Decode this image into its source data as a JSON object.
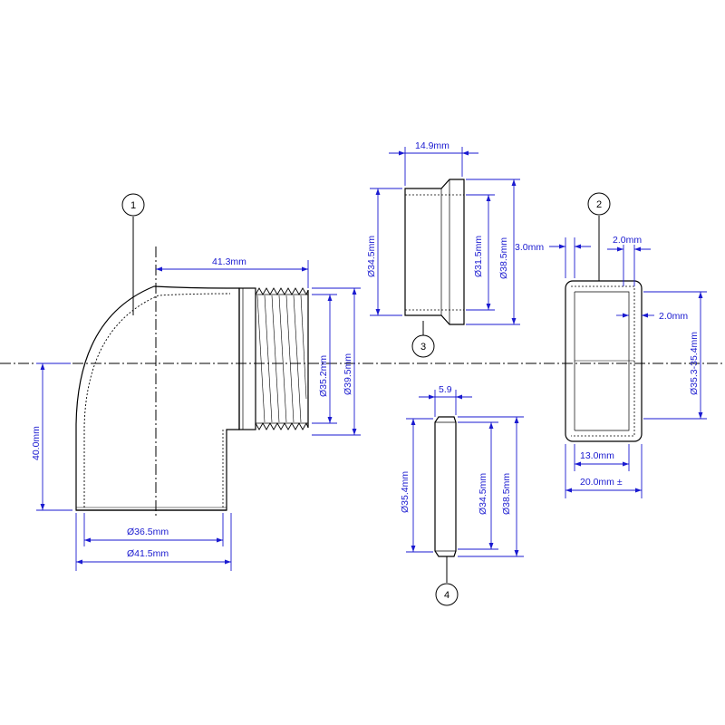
{
  "colors": {
    "outline": "#000000",
    "dimension": "#1a1ad0",
    "background": "#ffffff"
  },
  "callouts": {
    "elbow": "1",
    "cap": "2",
    "washer_large": "3",
    "washer_small": "4"
  },
  "dimensions": {
    "elbow_thread_offset": "41.3mm",
    "elbow_thread_inner_dia": "Ø35.2mm",
    "elbow_thread_outer_dia": "Ø39.5mm",
    "elbow_height": "40.0mm",
    "elbow_inner_dia": "Ø36.5mm",
    "elbow_outer_dia": "Ø41.5mm",
    "washer3_length": "14.9mm",
    "washer3_dia_a": "Ø34.5mm",
    "washer3_dia_b": "Ø31.5mm",
    "washer3_dia_c": "Ø38.5mm",
    "washer4_length": "5.9",
    "washer4_dia_a": "Ø35.4mm",
    "washer4_dia_b": "Ø34.5mm",
    "washer4_dia_c": "Ø38.5mm",
    "cap_wall_left": "3.0mm",
    "cap_wall_top": "2.0mm",
    "cap_wall_right": "2.0mm",
    "cap_bore_dia": "Ø35.3-35.4mm",
    "cap_inner_length": "13.0mm",
    "cap_total_length": "20.0mm ±"
  }
}
